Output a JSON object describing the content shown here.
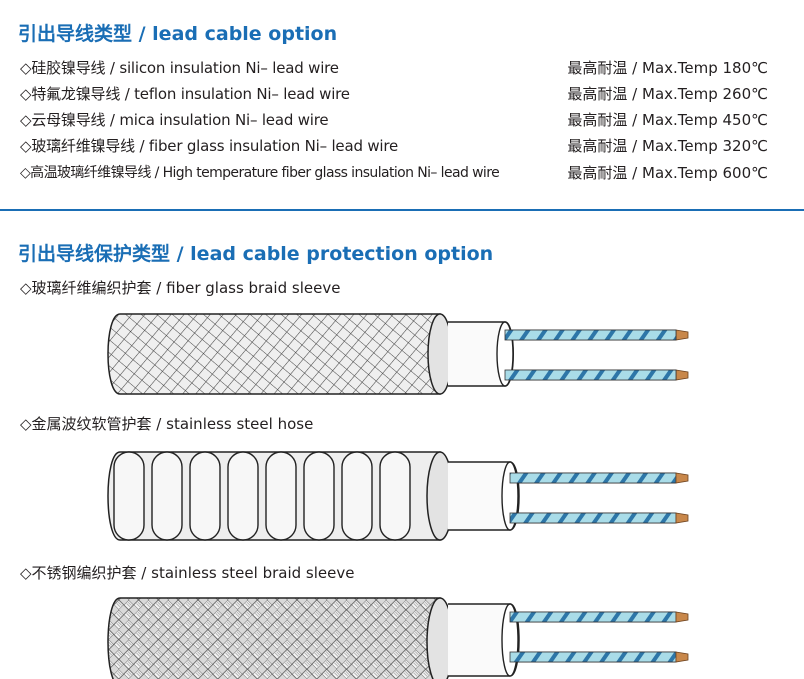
{
  "section1": {
    "title": "引出导线类型 / lead cable option",
    "rows": [
      {
        "name": "◇硅胶镍导线 / silicon insulation Ni– lead wire",
        "temp": "最高耐温 / Max.Temp 180℃"
      },
      {
        "name": "◇特氟龙镍导线 / teflon insulation Ni– lead wire",
        "temp": "最高耐温 / Max.Temp 260℃"
      },
      {
        "name": "◇云母镍导线 / mica insulation Ni– lead wire",
        "temp": "最高耐温 / Max.Temp 450℃"
      },
      {
        "name": "◇玻璃纤维镍导线 / fiber glass insulation Ni– lead wire",
        "temp": "最高耐温 / Max.Temp 320℃"
      },
      {
        "name": "◇高温玻璃纤维镍导线 / High temperature fiber glass insulation Ni– lead wire",
        "temp": "最高耐温 / Max.Temp 600℃"
      }
    ]
  },
  "section2": {
    "title": "引出导线保护类型 / lead cable protection option",
    "options": [
      {
        "label": "◇玻璃纤维编织护套 / fiber glass braid sleeve"
      },
      {
        "label": "◇金属波纹软管护套 / stainless steel hose"
      },
      {
        "label": "◇不锈钢编织护套 / stainless steel braid sleeve"
      }
    ]
  },
  "colors": {
    "accent": "#1a6eb5",
    "wire_insulation": "#a9dce8",
    "wire_stripe": "#2d76a8",
    "copper": "#c8874a"
  }
}
